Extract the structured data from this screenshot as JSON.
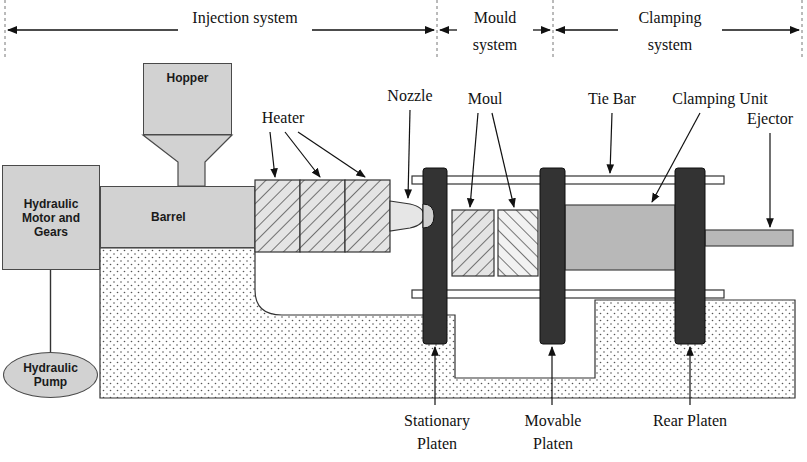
{
  "diagram": {
    "nodes": [
      {
        "text": [
          "Hopper"
        ]
      },
      {
        "text": [
          "Hydraulic Motor and Gears"
        ]
      },
      {
        "text": [
          "Barrel"
        ]
      },
      {
        "text": [
          "Hydraulic Pump"
        ]
      }
    ],
    "edges": [
      {
        "from": 3,
        "to": 1,
        "arrow": "none"
      }
    ],
    "labels": [
      "Injection system",
      "Mould system",
      "Clamping system",
      "Heater",
      "Nozzle",
      "Moul",
      "Tie Bar",
      "Clamping Unit",
      "Ejector",
      "Stationary Platen",
      "Movable Platen",
      "Rear Platen"
    ]
  }
}
